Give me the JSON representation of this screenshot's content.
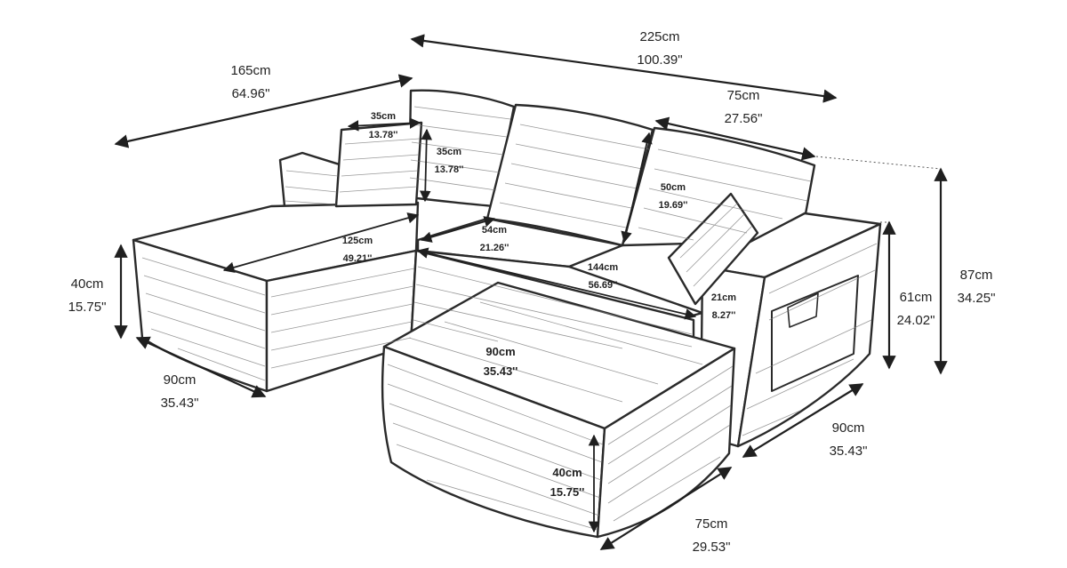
{
  "colors": {
    "ink": "#1f1f1f",
    "line": "#3a3a3a",
    "hatch": "#6a6a6a",
    "fill": "#ffffff"
  },
  "dimensions": {
    "overall_width": {
      "cm": "225cm",
      "in": "100.39\""
    },
    "chaise_length": {
      "cm": "165cm",
      "in": "64.96\""
    },
    "seat_depth_right": {
      "cm": "75cm",
      "in": "27.56\""
    },
    "total_height": {
      "cm": "87cm",
      "in": "34.25\""
    },
    "back_height": {
      "cm": "61cm",
      "in": "24.02\""
    },
    "chaise_seat_h": {
      "cm": "40cm",
      "in": "15.75\""
    },
    "chaise_width": {
      "cm": "90cm",
      "in": "35.43\""
    },
    "right_width": {
      "cm": "90cm",
      "in": "35.43\""
    },
    "ottoman_depth": {
      "cm": "75cm",
      "in": "29.53\""
    },
    "pillow_w": {
      "cm": "35cm",
      "in": "13.78''"
    },
    "pillow_h": {
      "cm": "35cm",
      "in": "13.78''"
    },
    "chaise_cushion": {
      "cm": "125cm",
      "in": "49.21''"
    },
    "middle_cushion": {
      "cm": "54cm",
      "in": "21.26''"
    },
    "seat_length": {
      "cm": "144cm",
      "in": "56.69''"
    },
    "back_cushion": {
      "cm": "50cm",
      "in": "19.69''"
    },
    "arm_width": {
      "cm": "21cm",
      "in": "8.27''"
    },
    "ottoman_width": {
      "cm": "90cm",
      "in": "35.43''"
    },
    "ottoman_height": {
      "cm": "40cm",
      "in": "15.75''"
    }
  }
}
